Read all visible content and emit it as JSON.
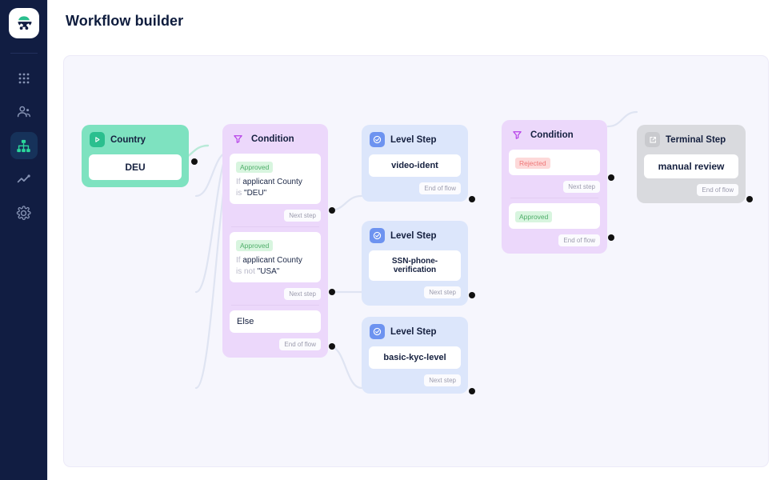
{
  "app": {
    "logo_icon": "company-logo-icon",
    "accent_navy": "#111d42",
    "accent_teal": "#2bbf8e"
  },
  "sidebar": {
    "items": [
      {
        "name": "apps-grid",
        "icon": "grid-dots-icon",
        "active": false
      },
      {
        "name": "users",
        "icon": "users-icon",
        "active": false
      },
      {
        "name": "workflows",
        "icon": "hierarchy-icon",
        "active": true
      },
      {
        "name": "analytics",
        "icon": "line-chart-icon",
        "active": false
      },
      {
        "name": "settings",
        "icon": "gear-icon",
        "active": false
      }
    ]
  },
  "header": {
    "title": "Workflow builder"
  },
  "canvas": {
    "background": "#f6f6fd",
    "nodes": [
      {
        "id": "start-country",
        "type": "start",
        "title": "Country",
        "icon": "play-square-icon",
        "value": "DEU",
        "color": "#7ee2c0"
      },
      {
        "id": "condition-1",
        "type": "condition",
        "title": "Condition",
        "icon": "filter-funnel-icon",
        "color": "#ecd8fb",
        "branches": [
          {
            "tag": "Approved",
            "tag_kind": "approved",
            "rule_prefix": "If",
            "rule_subject": "applicant County",
            "rule_operator": "is",
            "rule_value": "\"DEU\"",
            "badge": "Next step"
          },
          {
            "tag": "Approved",
            "tag_kind": "approved",
            "rule_prefix": "If",
            "rule_subject": "applicant County",
            "rule_operator": "is not",
            "rule_value": "\"USA\"",
            "badge": "Next step"
          }
        ],
        "else_label": "Else",
        "else_badge": "End of flow"
      },
      {
        "id": "level-step-1",
        "type": "level",
        "title": "Level Step",
        "icon": "check-circle-icon",
        "value": "video-ident",
        "badge": "End of flow",
        "color": "#dce6fb"
      },
      {
        "id": "level-step-2",
        "type": "level",
        "title": "Level Step",
        "icon": "check-circle-icon",
        "value": "SSN-phone-verification",
        "badge": "Next step",
        "color": "#dce6fb"
      },
      {
        "id": "level-step-3",
        "type": "level",
        "title": "Level Step",
        "icon": "check-circle-icon",
        "value": "basic-kyc-level",
        "badge": "Next step",
        "color": "#dce6fb"
      },
      {
        "id": "condition-2",
        "type": "condition",
        "title": "Condition",
        "icon": "filter-funnel-icon",
        "color": "#ecd8fb",
        "branches": [
          {
            "tag": "Rejected",
            "tag_kind": "rejected",
            "badge": "Next step"
          },
          {
            "tag": "Approved",
            "tag_kind": "approved",
            "badge": "End of flow"
          }
        ]
      },
      {
        "id": "terminal-step",
        "type": "terminal",
        "title": "Terminal Step",
        "icon": "external-link-icon",
        "value": "manual review",
        "badge": "End of flow",
        "color": "#d9dade"
      }
    ]
  }
}
